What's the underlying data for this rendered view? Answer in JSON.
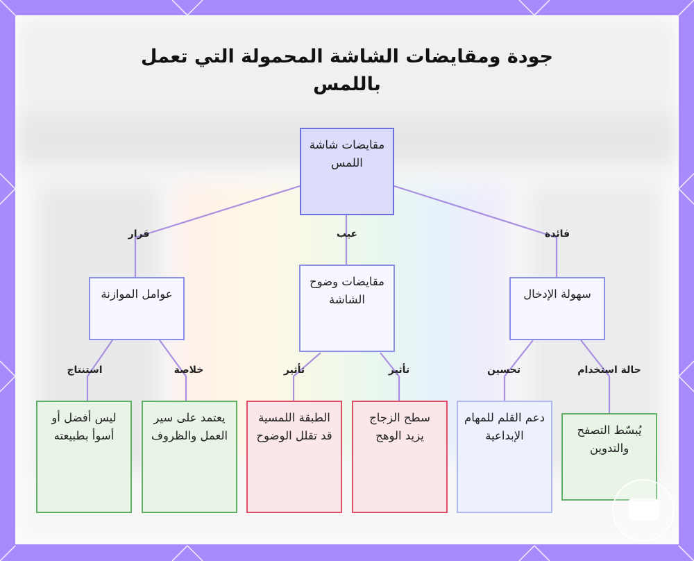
{
  "title": "جودة ومقايضات الشاشة المحمولة التي تعمل باللمس",
  "nodes": {
    "root": "مقايضات شاشة اللمس",
    "balance": "عوامل الموازنة",
    "clarity": "مقايضات وضوح الشاشة",
    "input": "سهولة الإدخال",
    "not_better": "ليس أفضل أو أسوأ بطبيعته",
    "depends": "يعتمد على سير العمل والظروف",
    "layer": "الطبقة اللمسية قد تقلل الوضوح",
    "glass": "سطح الزجاج يزيد الوهج",
    "pen": "دعم القلم للمهام الإبداعية",
    "browse": "يُبسّط التصفح والتدوين"
  },
  "edge_labels": {
    "decision": "قرار",
    "drawback": "عيب",
    "benefit": "فائدة",
    "conclusion": "استنتاج",
    "summary": "خلاصة",
    "effect_layer": "تأثير",
    "effect_glass": "تأثير",
    "improvement": "تحسين",
    "use_case": "حالة استخدام"
  },
  "colors": {
    "frame": "#a78bfa",
    "edge": "#a98fe0",
    "root_fill": "#dcdcfb",
    "green_border": "#5fb066",
    "red_border": "#df4d67",
    "blue_border": "#aeb7ee"
  }
}
